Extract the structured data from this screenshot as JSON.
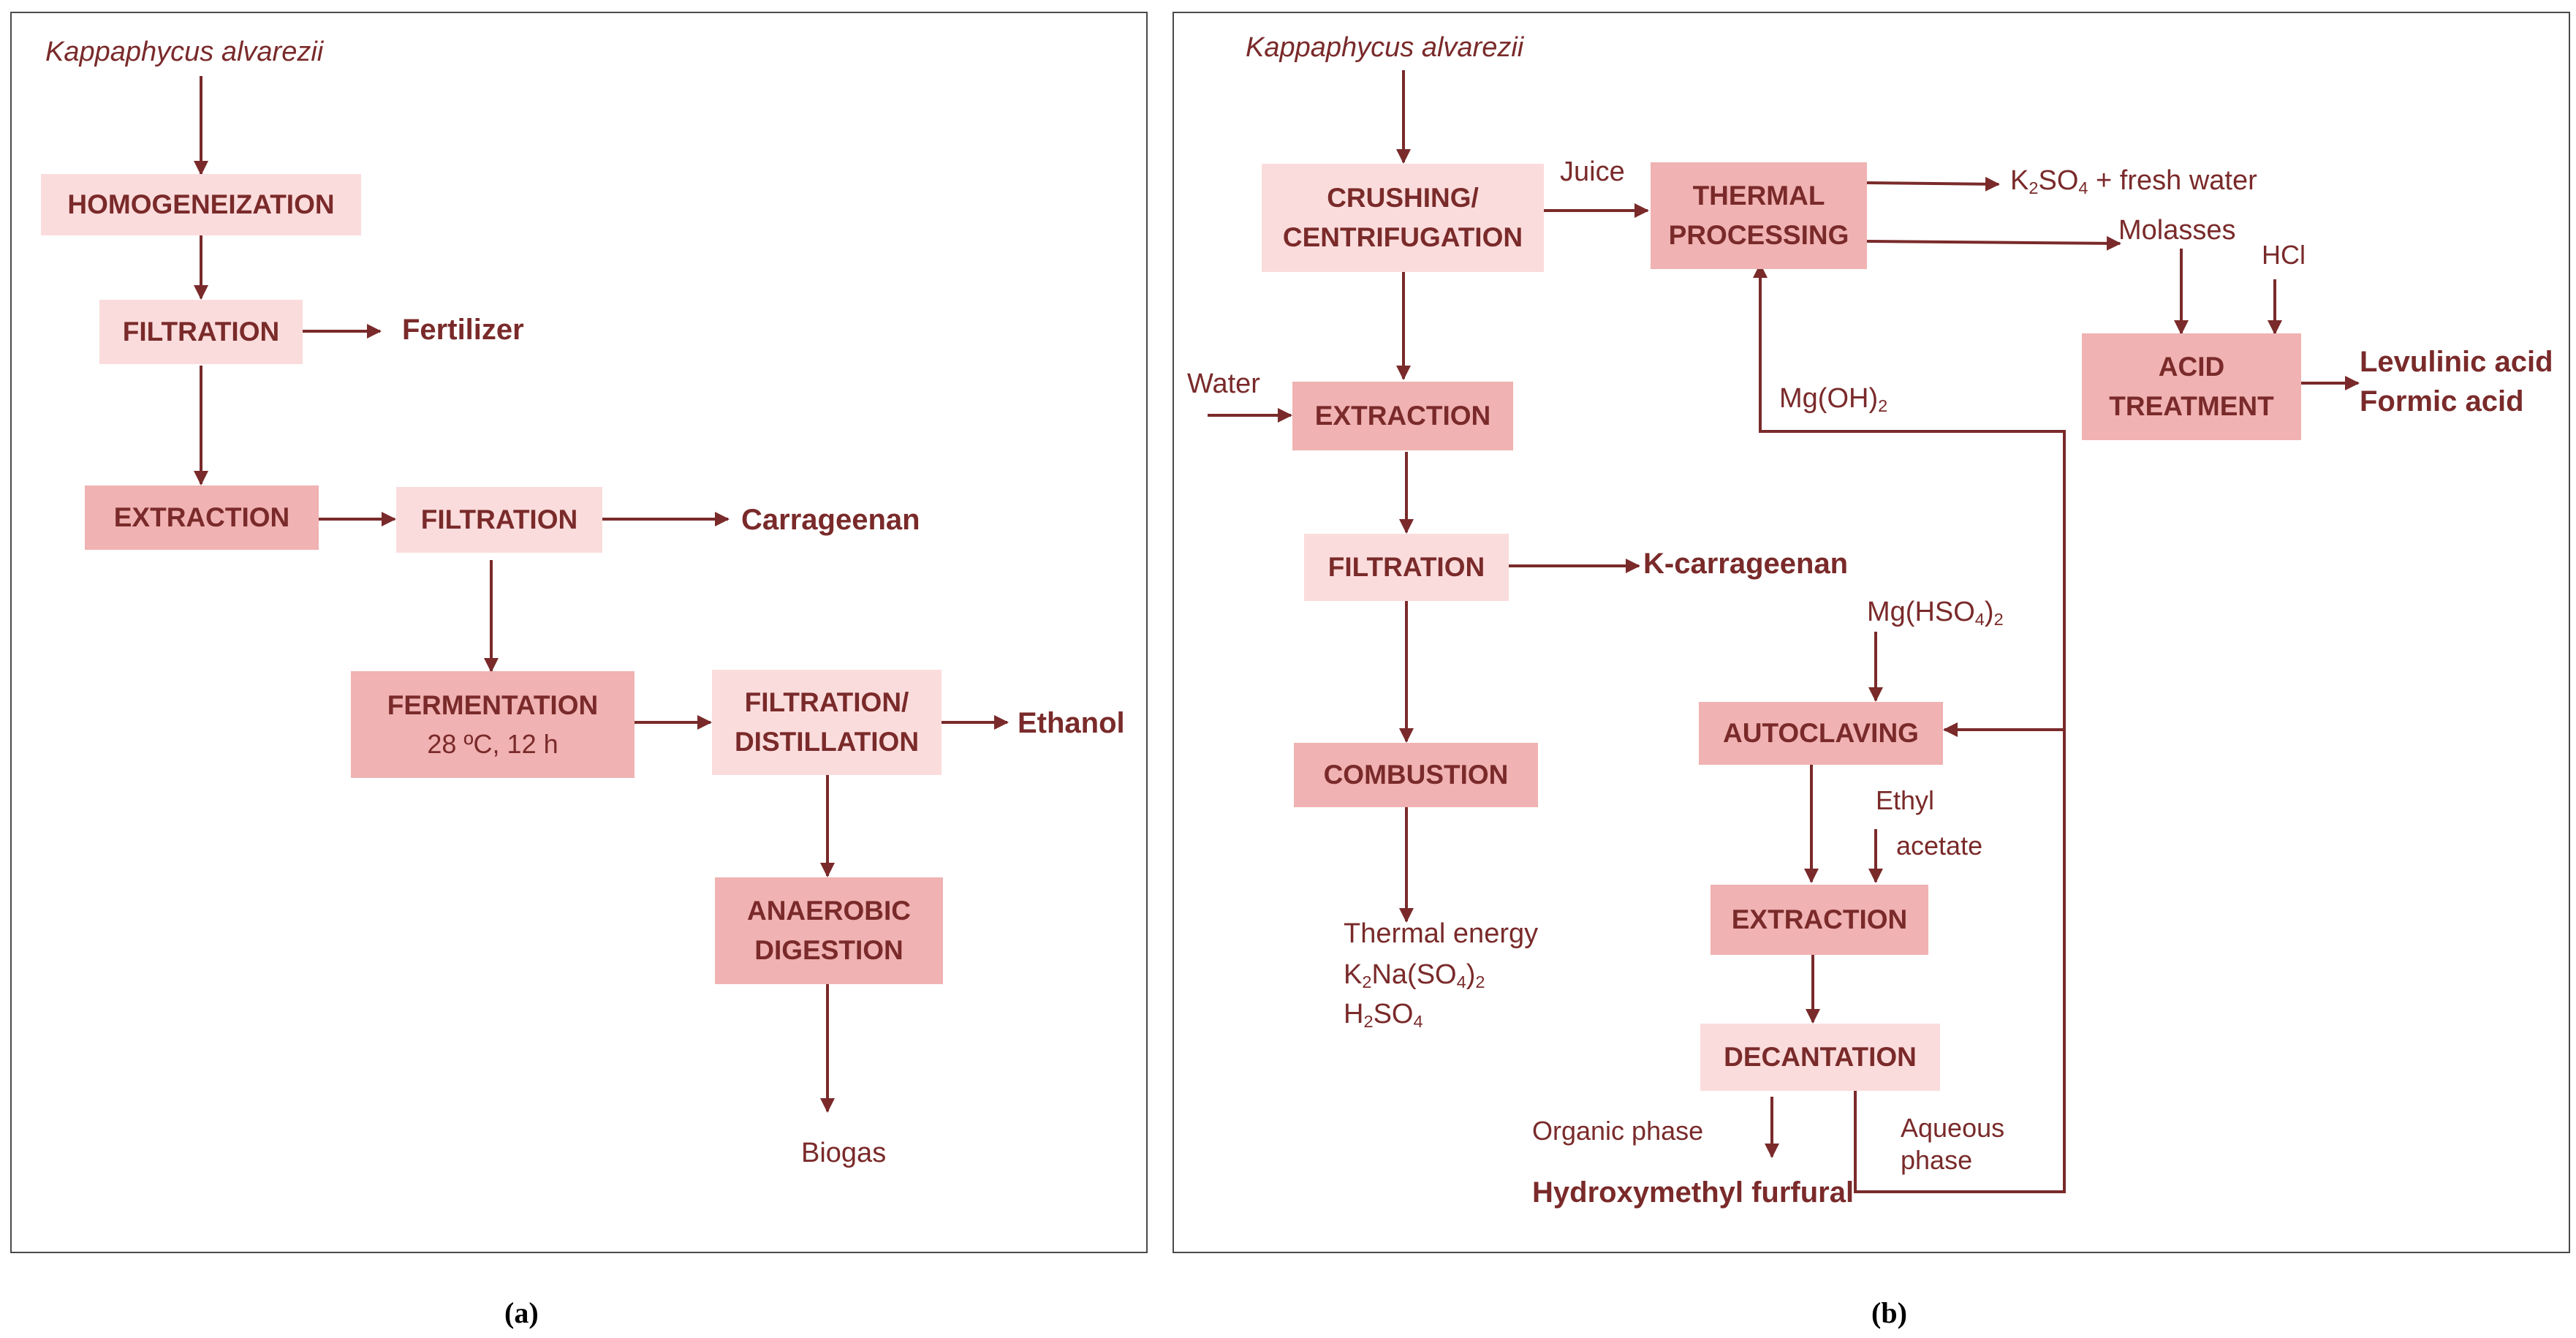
{
  "panel_a": {
    "caption": "(a)",
    "source": "Kappaphycus alvarezii",
    "steps": {
      "homogeneization": "HOMOGENEIZATION",
      "filtration1": "FILTRATION",
      "extraction": "EXTRACTION",
      "filtration2": "FILTRATION",
      "fermentation": "FERMENTATION",
      "fermentation_conditions": "28 ºC, 12 h",
      "filtration_distillation_1": "FILTRATION/",
      "filtration_distillation_2": "DISTILLATION",
      "anaerobic_1": "ANAEROBIC",
      "anaerobic_2": "DIGESTION"
    },
    "products": {
      "fertilizer": "Fertilizer",
      "carrageenan": "Carrageenan",
      "ethanol": "Ethanol",
      "biogas": "Biogas"
    }
  },
  "panel_b": {
    "caption": "(b)",
    "source": "Kappaphycus alvarezii",
    "steps": {
      "crushing_1": "CRUSHING/",
      "crushing_2": "CENTRIFUGATION",
      "thermal_1": "THERMAL",
      "thermal_2": "PROCESSING",
      "extraction1": "EXTRACTION",
      "filtration": "FILTRATION",
      "combustion": "COMBUSTION",
      "acid_1": "ACID",
      "acid_2": "TREATMENT",
      "autoclaving": "AUTOCLAVING",
      "extraction2": "EXTRACTION",
      "decantation": "DECANTATION"
    },
    "labels": {
      "juice": "Juice",
      "water": "Water",
      "k2so4_base": "K",
      "k2so4_sub1": "2",
      "k2so4_rest": "SO",
      "k2so4_sub2": "4",
      "k2so4_tail": " + fresh water",
      "molasses": "Molasses",
      "hcl": "HCl",
      "levulinic": "Levulinic acid",
      "formic": "Formic acid",
      "mgoh_base": "Mg(OH)",
      "mgoh_sub": "2",
      "k_carrageenan": "K-carrageenan",
      "mghso_base": "Mg(HSO",
      "mghso_sub1": "4",
      "mghso_close": ")",
      "mghso_sub2": "2",
      "ethyl": "Ethyl",
      "acetate": "acetate",
      "thermal_energy": "Thermal energy",
      "k2na_a": "K",
      "k2na_s1": "2",
      "k2na_b": "Na(SO",
      "k2na_s2": "4",
      "k2na_c": ")",
      "k2na_s3": "2",
      "h2so4_a": "H",
      "h2so4_s1": "2",
      "h2so4_b": "SO",
      "h2so4_s2": "4",
      "organic_phase": "Organic phase",
      "aqueous": "Aqueous",
      "phase": "phase",
      "hmf": "Hydroxymethyl furfural"
    }
  },
  "colors": {
    "line": "#7a2a2a",
    "box_light": "#fbdcdc",
    "box_dark": "#f0b2b2"
  }
}
